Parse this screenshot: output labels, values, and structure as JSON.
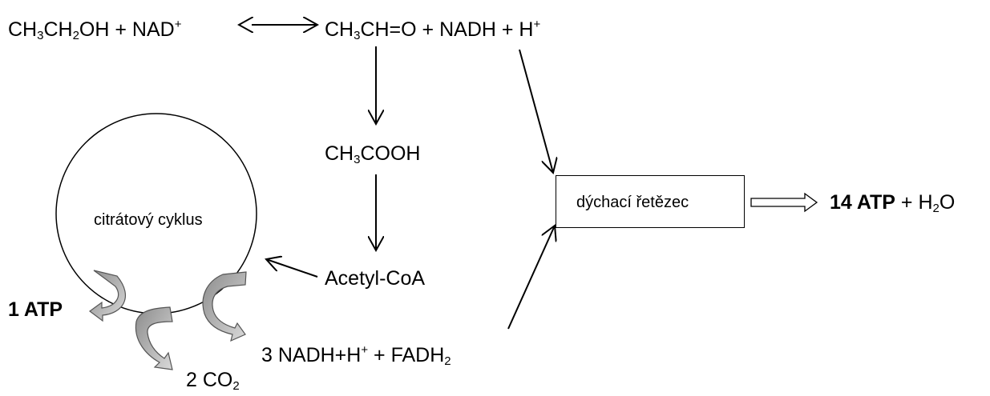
{
  "equation": {
    "reactant": [
      "CH",
      "3",
      "CH",
      "2",
      "OH + NAD",
      "+"
    ],
    "product": [
      "CH",
      "3",
      "CH=O + NADH + H",
      "+"
    ]
  },
  "acetic_acid": [
    "CH",
    "3",
    "COOH"
  ],
  "acetyl_coa": "Acetyl-CoA",
  "cycle_label": "citrátový cyklus",
  "chain_label": "dýchací řetězec",
  "atp_out": {
    "bold": "1 ATP"
  },
  "co2": [
    "2 CO",
    "2"
  ],
  "nadh_fadh": [
    "3 NADH+H",
    "+",
    " + FADH",
    "2"
  ],
  "result": {
    "bold": "14 ATP",
    "rest": " + H",
    "sub": "2",
    "tail": "O"
  }
}
